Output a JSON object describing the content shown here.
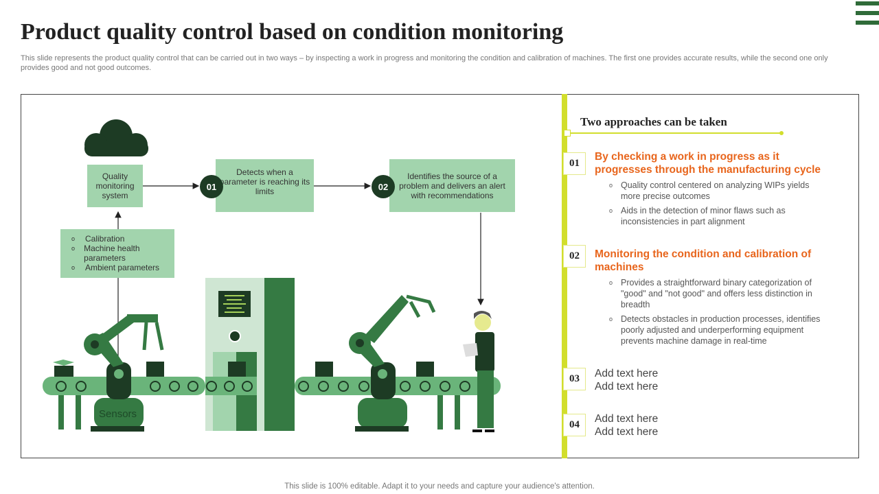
{
  "title": "Product quality control based on condition monitoring",
  "subtitle": "This slide represents the product quality control that can be carried out in two ways – by inspecting a work in progress and monitoring the condition and calibration of machines. The first one provides accurate results, while the second one only provides good and not good outcomes.",
  "colors": {
    "light_green": "#a2d4ad",
    "dark_green": "#1d3b24",
    "mid_green": "#357a43",
    "accent_orange": "#e8651c",
    "accent_yellow": "#d2de2c"
  },
  "diagram": {
    "cloud_icon": "cloud-icon",
    "quality_box": "Quality monitoring system",
    "step1_num": "01",
    "step1_text": "Detects when a parameter is reaching its limits",
    "step2_num": "02",
    "step2_text": "Identifies the source of a problem and delivers an alert with recommendations",
    "inputs": [
      "Calibration",
      "Machine health parameters",
      "Ambient parameters"
    ],
    "sensors": "Sensors"
  },
  "panel": {
    "heading": "Two approaches can be taken",
    "approaches": [
      {
        "num": "01",
        "title": "By checking a work in progress as it progresses through the manufacturing cycle",
        "bullets": [
          "Quality control centered on analyzing WIPs yields more precise outcomes",
          "Aids in the detection of minor flaws such as inconsistencies in part alignment"
        ]
      },
      {
        "num": "02",
        "title": "Monitoring the condition and calibration of machines",
        "bullets": [
          "Provides a straightforward binary categorization of \"good\" and \"not good\" and offers less distinction in breadth",
          "Detects obstacles in production processes, identifies poorly adjusted and underperforming equipment prevents machine damage in real-time"
        ]
      },
      {
        "num": "03",
        "lines": [
          "Add text here",
          "Add text here"
        ]
      },
      {
        "num": "04",
        "lines": [
          "Add text here",
          "Add text here"
        ]
      }
    ]
  },
  "footer": "This slide is 100% editable. Adapt it to your needs and capture your audience's attention."
}
